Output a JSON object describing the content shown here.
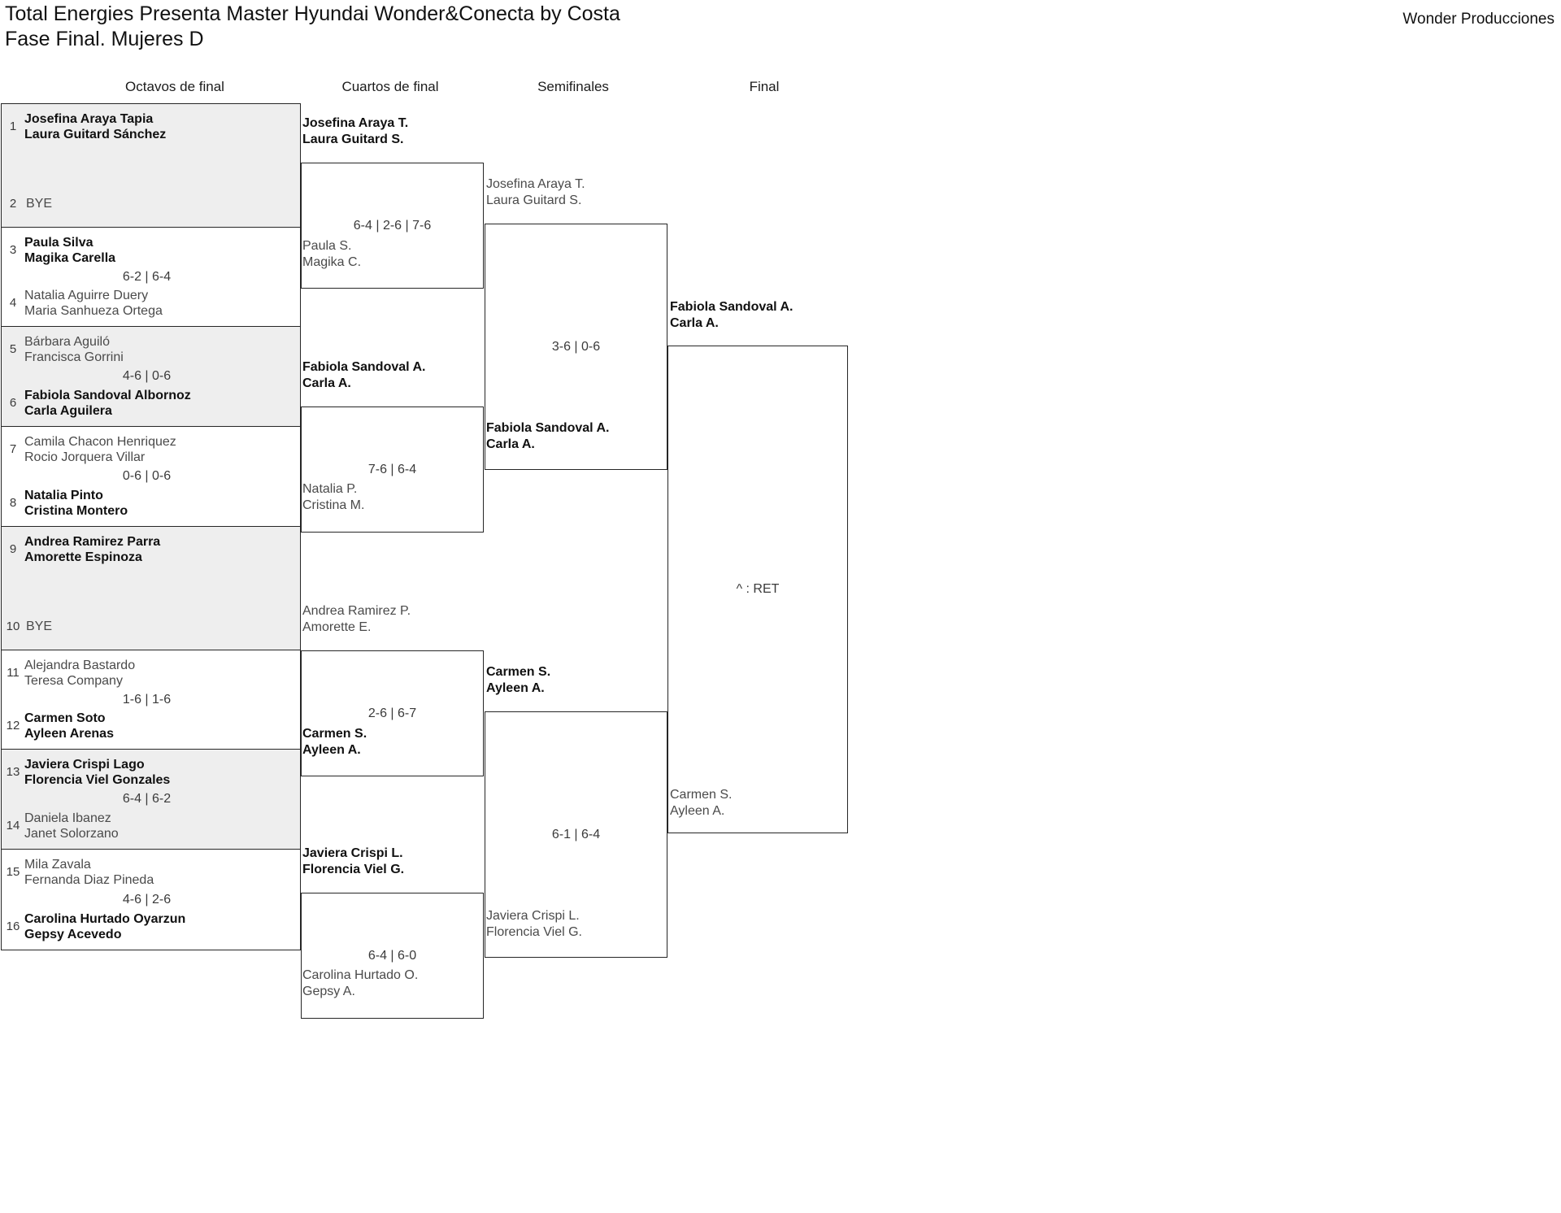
{
  "header": {
    "title": "Total Energies Presenta Master Hyundai Wonder&Conecta by Costa\nFase Final. Mujeres D",
    "organizer": "Wonder Producciones"
  },
  "rounds": [
    {
      "label": "Octavos de final"
    },
    {
      "label": "Cuartos de final"
    },
    {
      "label": "Semifinales"
    },
    {
      "label": "Final"
    }
  ],
  "round1": {
    "matches": [
      {
        "shaded": true,
        "score": "",
        "top": {
          "seed": "1",
          "names": "Josefina Araya Tapia\nLaura Guitard Sánchez",
          "winner": true,
          "bye": false
        },
        "bottom": {
          "seed": "2",
          "names": "BYE",
          "winner": false,
          "bye": true
        }
      },
      {
        "shaded": false,
        "score": "6-2 | 6-4",
        "top": {
          "seed": "3",
          "names": "Paula Silva\nMagika Carella",
          "winner": true,
          "bye": false
        },
        "bottom": {
          "seed": "4",
          "names": "Natalia Aguirre Duery\nMaria Sanhueza Ortega",
          "winner": false,
          "bye": false
        }
      },
      {
        "shaded": true,
        "score": "4-6 | 0-6",
        "top": {
          "seed": "5",
          "names": "Bárbara Aguiló\nFrancisca Gorrini",
          "winner": false,
          "bye": false
        },
        "bottom": {
          "seed": "6",
          "names": "Fabiola Sandoval Albornoz\nCarla Aguilera",
          "winner": true,
          "bye": false
        }
      },
      {
        "shaded": false,
        "score": "0-6 | 0-6",
        "top": {
          "seed": "7",
          "names": "Camila Chacon Henriquez\nRocio Jorquera Villar",
          "winner": false,
          "bye": false
        },
        "bottom": {
          "seed": "8",
          "names": "Natalia Pinto\nCristina Montero",
          "winner": true,
          "bye": false
        }
      },
      {
        "shaded": true,
        "score": "",
        "top": {
          "seed": "9",
          "names": "Andrea Ramirez Parra\nAmorette Espinoza",
          "winner": true,
          "bye": false
        },
        "bottom": {
          "seed": "10",
          "names": "BYE",
          "winner": false,
          "bye": true
        }
      },
      {
        "shaded": false,
        "score": "1-6 | 1-6",
        "top": {
          "seed": "11",
          "names": "Alejandra Bastardo\nTeresa Company",
          "winner": false,
          "bye": false
        },
        "bottom": {
          "seed": "12",
          "names": "Carmen Soto\nAyleen Arenas",
          "winner": true,
          "bye": false
        }
      },
      {
        "shaded": true,
        "score": "6-4 | 6-2",
        "top": {
          "seed": "13",
          "names": "Javiera Crispi Lago\nFlorencia Viel Gonzales",
          "winner": true,
          "bye": false
        },
        "bottom": {
          "seed": "14",
          "names": "Daniela Ibanez\nJanet Solorzano",
          "winner": false,
          "bye": false
        }
      },
      {
        "shaded": false,
        "score": "4-6 | 2-6",
        "top": {
          "seed": "15",
          "names": "Mila Zavala\nFernanda Diaz Pineda",
          "winner": false,
          "bye": false
        },
        "bottom": {
          "seed": "16",
          "names": "Carolina Hurtado Oyarzun\nGepsy Acevedo",
          "winner": true,
          "bye": false
        }
      }
    ]
  },
  "round2": {
    "matches": [
      {
        "score": "6-4 | 2-6 | 7-6",
        "top": {
          "names": "Josefina Araya T.\nLaura Guitard S.",
          "winner": true
        },
        "bottom": {
          "names": "Paula S.\nMagika C.",
          "winner": false
        }
      },
      {
        "score": "7-6 | 6-4",
        "top": {
          "names": "Fabiola Sandoval A.\nCarla A.",
          "winner": true
        },
        "bottom": {
          "names": "Natalia P.\nCristina M.",
          "winner": false
        }
      },
      {
        "score": "2-6 | 6-7",
        "top": {
          "names": "Andrea Ramirez P.\nAmorette E.",
          "winner": false
        },
        "bottom": {
          "names": "Carmen S.\nAyleen A.",
          "winner": true
        }
      },
      {
        "score": "6-4 | 6-0",
        "top": {
          "names": "Javiera Crispi L.\nFlorencia Viel G.",
          "winner": true
        },
        "bottom": {
          "names": "Carolina Hurtado O.\nGepsy A.",
          "winner": false
        }
      }
    ]
  },
  "round3": {
    "matches": [
      {
        "score": "3-6 | 0-6",
        "top": {
          "names": "Josefina Araya T.\nLaura Guitard S.",
          "winner": false
        },
        "bottom": {
          "names": "Fabiola Sandoval A.\nCarla A.",
          "winner": true
        }
      },
      {
        "score": "6-1 | 6-4",
        "top": {
          "names": "Carmen S.\nAyleen A.",
          "winner": true
        },
        "bottom": {
          "names": "Javiera Crispi L.\nFlorencia Viel G.",
          "winner": false
        }
      }
    ]
  },
  "round4": {
    "matches": [
      {
        "score": "^ : RET",
        "top": {
          "names": "Fabiola Sandoval A.\nCarla A.",
          "winner": true
        },
        "bottom": {
          "names": "Carmen S.\nAyleen A.",
          "winner": false
        }
      }
    ]
  }
}
